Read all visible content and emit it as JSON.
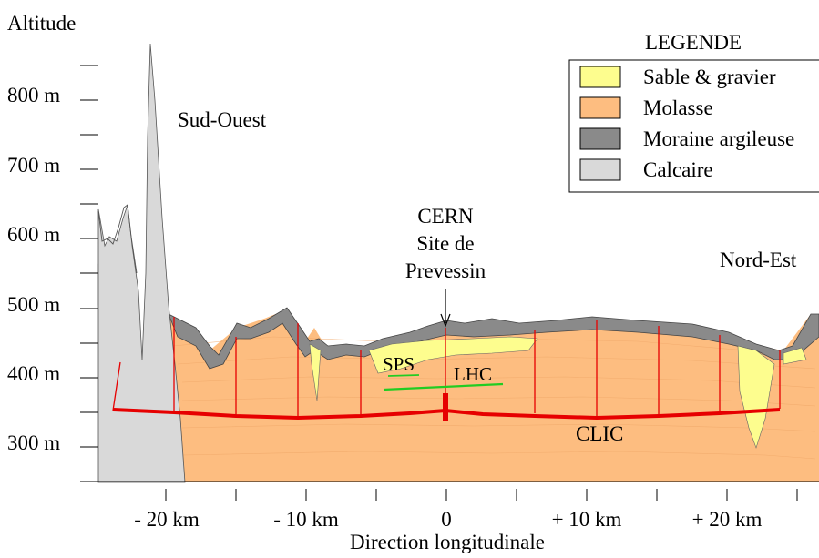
{
  "axis": {
    "y_title": "Altitude",
    "x_title": "Direction longitudinale",
    "y_ticks": [
      "800 m",
      "700 m",
      "600 m",
      "500 m",
      "400 m",
      "300 m"
    ],
    "x_ticks": [
      "- 20 km",
      "- 10 km",
      "0",
      "+ 10 km",
      "+ 20 km"
    ]
  },
  "labels": {
    "southwest": "Sud-Ouest",
    "northeast": "Nord-Est",
    "cern_line1": "CERN",
    "cern_line2": "Site de",
    "cern_line3": "Prevessin",
    "sps": "SPS",
    "lhc": "LHC",
    "clic": "CLIC"
  },
  "legend": {
    "title": "LEGENDE",
    "items": [
      {
        "label": "Sable & gravier",
        "color": "#fdfd8e"
      },
      {
        "label": "Molasse",
        "color": "#fdbd80"
      },
      {
        "label": "Moraine argileuse",
        "color": "#8a8a8a"
      },
      {
        "label": "Calcaire",
        "color": "#d9d9d9"
      }
    ]
  },
  "colors": {
    "clic_tunnel": "#e60000",
    "lhc_tunnel": "#22cc22",
    "sps_tunnel": "#22cc22"
  }
}
